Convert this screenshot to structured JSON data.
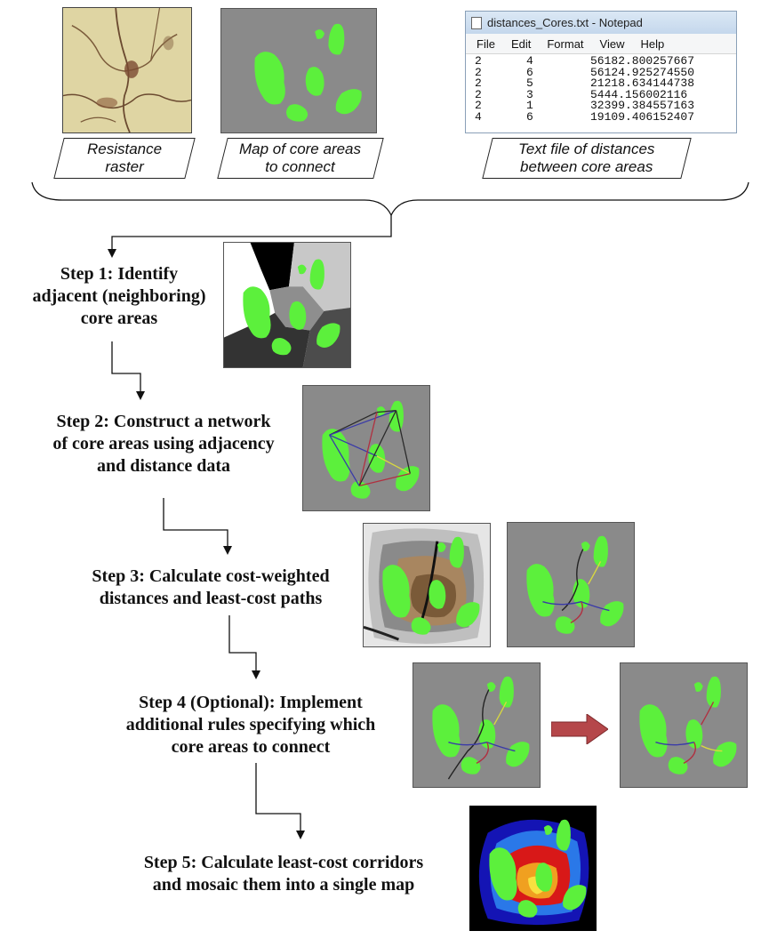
{
  "inputs": {
    "resistance_label": [
      "Resistance",
      "raster"
    ],
    "core_map_label": [
      "Map of core areas",
      "to connect"
    ],
    "text_file_label": [
      "Text file of distances",
      "between core areas"
    ]
  },
  "notepad": {
    "title": "distances_Cores.txt - Notepad",
    "menu": [
      "File",
      "Edit",
      "Format",
      "View",
      "Help"
    ],
    "rows": [
      [
        "2",
        "4",
        "56182.800257667"
      ],
      [
        "2",
        "6",
        "56124.925274550"
      ],
      [
        "2",
        "5",
        "21218.634144738"
      ],
      [
        "2",
        "3",
        "5444.156002116"
      ],
      [
        "2",
        "1",
        "32399.384557163"
      ],
      [
        "4",
        "6",
        "19109.406152407"
      ]
    ]
  },
  "steps": [
    [
      "Step 1: Identify",
      "adjacent (neighboring)",
      "core areas"
    ],
    [
      "Step 2: Construct a network",
      "of core areas using adjacency",
      "and distance data"
    ],
    [
      "Step 3: Calculate cost-weighted",
      "distances and least-cost paths"
    ],
    [
      "Step 4 (Optional): Implement",
      "additional rules specifying which",
      "core areas to connect"
    ],
    [
      "Step 5: Calculate least-cost corridors",
      "and mosaic them into a single map"
    ]
  ],
  "colors": {
    "core_green": "#5cf03c",
    "map_gray": "#8a8a8a",
    "arrow_red": "#b5474a"
  }
}
